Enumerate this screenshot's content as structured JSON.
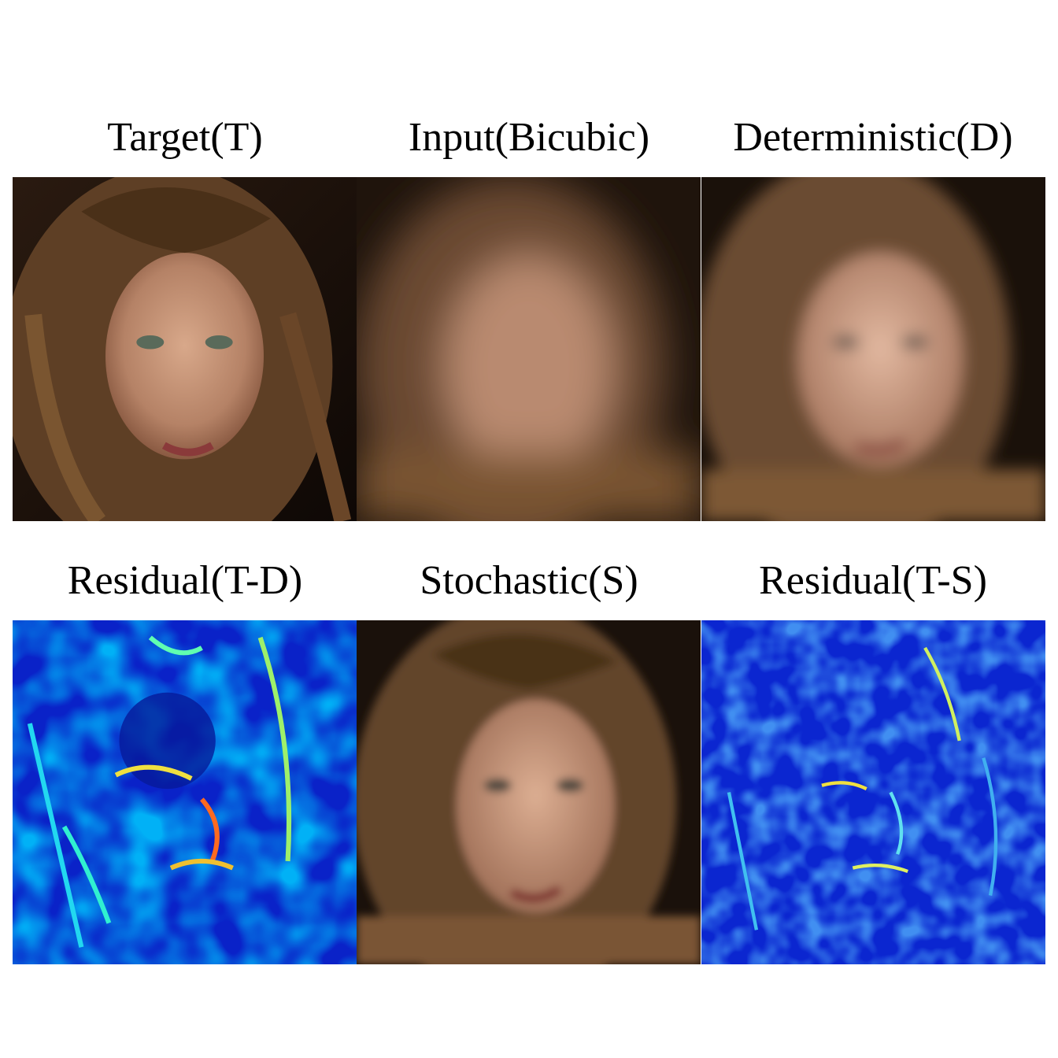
{
  "figure": {
    "panels": [
      {
        "label": "Target(T)",
        "kind": "photo-sharp"
      },
      {
        "label": "Input(Bicubic)",
        "kind": "photo-blurred"
      },
      {
        "label": "Deterministic(D)",
        "kind": "photo-smooth"
      },
      {
        "label": "Residual(T-D)",
        "kind": "residual-heatmap"
      },
      {
        "label": "Stochastic(S)",
        "kind": "photo-sharp"
      },
      {
        "label": "Residual(T-S)",
        "kind": "residual-heatmap"
      }
    ]
  }
}
